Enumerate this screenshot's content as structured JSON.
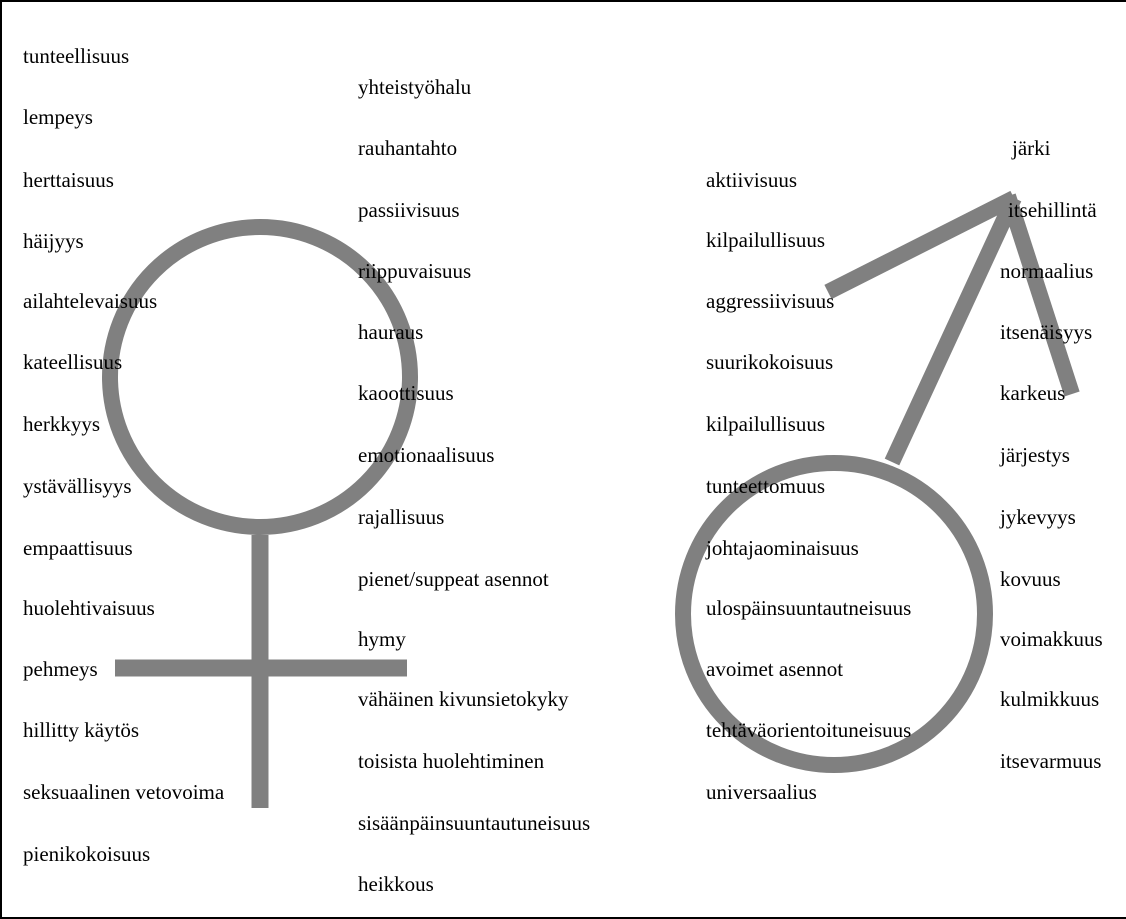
{
  "columns": {
    "left": [
      "tunteellisuus",
      "lempeys",
      "herttaisuus",
      "häijyys",
      "ailahtelevaisuus",
      "kateellisuus",
      "herkkyys",
      "ystävällisyys",
      "empaattisuus",
      "huolehtivaisuus",
      "pehmeys",
      "hillitty käytös",
      "seksuaalinen vetovoima",
      "pienikokoisuus"
    ],
    "middle": [
      "yhteistyöhalu",
      "rauhantahto",
      "passiivisuus",
      "riippuvaisuus",
      "hauraus",
      "kaoottisuus",
      "emotionaalisuus",
      "rajallisuus",
      "pienet/suppeat asennot",
      "hymy",
      "vähäinen kivunsietokyky",
      "toisista huolehtiminen",
      "sisäänpäinsuuntautuneisuus",
      "heikkous"
    ],
    "right_inner": [
      "aktiivisuus",
      "kilpailullisuus",
      "aggressiivisuus",
      "suurikokoisuus",
      "kilpailullisuus",
      "tunteettomuus",
      "johtajaominaisuus",
      "ulospäinsuuntautneisuus",
      "avoimet asennot",
      "tehtäväorientoituneisuus",
      "universaalius"
    ],
    "right_outer": [
      "järki",
      "itsehillintä",
      "normaalius",
      "itsenäisyys",
      "karkeus",
      "järjestys",
      "jykevyys",
      "kovuus",
      "voimakkuus",
      "kulmikkuus",
      "itsevarmuus"
    ]
  },
  "colors": {
    "symbol": "#808080",
    "text": "#000000",
    "border": "#000000"
  },
  "icons": {
    "female_symbol": "venus-symbol",
    "male_symbol": "mars-symbol"
  }
}
